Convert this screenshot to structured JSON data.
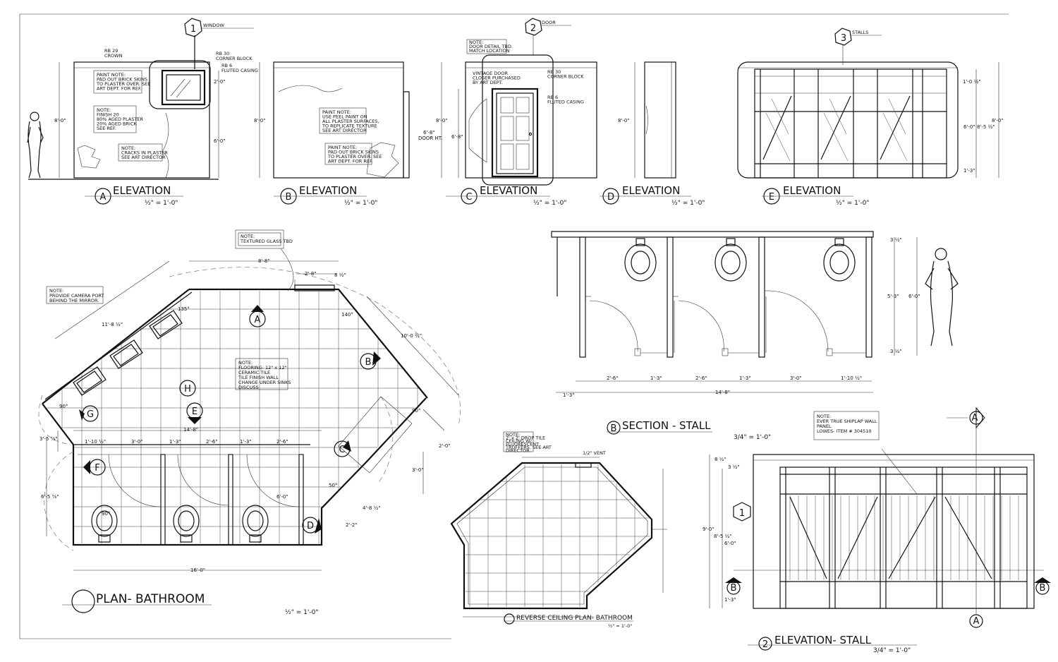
{
  "elevations": [
    {
      "tag": "A",
      "title": "ELEVATION",
      "scale": "½\" = 1'-0\""
    },
    {
      "tag": "B",
      "title": "ELEVATION",
      "scale": "½\" = 1'-0\""
    },
    {
      "tag": "C",
      "title": "ELEVATION",
      "scale": "½\" = 1'-0\""
    },
    {
      "tag": "D",
      "title": "ELEVATION",
      "scale": "½\" = 1'-0\""
    },
    {
      "tag": "E",
      "title": "ELEVATION",
      "scale": "½\" = 1'-0\""
    }
  ],
  "callouts": {
    "window": {
      "num": "1",
      "label": "WINDOW"
    },
    "door": {
      "num": "2",
      "label": "DOOR"
    },
    "stalls": {
      "num": "3",
      "label": "STALLS"
    }
  },
  "notes_a": {
    "rb29": [
      "RB 29",
      "CROWN"
    ],
    "rb30": [
      "RB 30",
      "CORNER BLOCK"
    ],
    "rb6": [
      "RB 6",
      "FLUTED CASING"
    ],
    "paint1": [
      "PAINT NOTE:",
      "PAD OUT BRICK SKINS",
      "TO PLASTER OVER. SEE",
      "ART DEPT. FOR REF."
    ],
    "note_finish": [
      "NOTE:",
      "FINISH 20",
      "80% AGED PLASTER",
      "20% AGED BRICK",
      "SEE REF."
    ],
    "note_cracks": [
      "NOTE:",
      "CRACKS IN PLASTER",
      "SEE ART DIRECTOR"
    ]
  },
  "notes_b": {
    "paint_note": [
      "PAINT NOTE:",
      "USE PEEL PAINT ON",
      "ALL PLASTER SURFACES,",
      "TO REPLICATE TEXTURE",
      "SEE ART DIRECTOR"
    ],
    "paint_note2": [
      "PAINT NOTE:",
      "PAD OUT BRICK SKINS",
      "TO PLASTER OVER. SEE",
      "ART DEPT. FOR REF."
    ]
  },
  "notes_c": {
    "door_note": [
      "NOTE:",
      "DOOR DETAIL TBD.",
      "MATCH LOCATION"
    ],
    "vintage": [
      "VINTAGE DOOR",
      "CLOSER PURCHASED",
      "BY ART DEPT."
    ],
    "rb30": [
      "RB 30",
      "CORNER BLOCK"
    ],
    "rb6": [
      "RB 6",
      "FLUTED CASING"
    ]
  },
  "dims_elev": {
    "a_h": "8'-0\"",
    "a_win": "2'-0\"",
    "a_low": "6'-0\"",
    "b_h": "8'-0\"",
    "c_h": "8'-0\"",
    "c_door": "6'-8\"",
    "c_door_ht": [
      "6'-8\"",
      "DOOR HT."
    ],
    "d_h": "8'-0\"",
    "e_top": "1'-0 ½\"",
    "e_mid": "6'-0\"",
    "e_mid2": "8'-5 ½\"",
    "e_full": "8'-0\"",
    "e_bot": "1'-3\""
  },
  "plan": {
    "title": "PLAN- BATHROOM",
    "scale": "½\" = 1'-0\"",
    "note_textured": [
      "NOTE:",
      "TEXTURED GLASS TBD"
    ],
    "note_camera": [
      "NOTE:",
      "PROVIDE CAMERA PORT",
      "BEHIND THE MIRROR."
    ],
    "note_floor": [
      "NOTE:",
      "FLOORING: 12\" x 12\"",
      "CERAMIC TILE",
      "TILE FINISH WALL",
      "CHANGE UNDER SINKS",
      "DISCUSS"
    ],
    "tags": [
      "A",
      "B",
      "C",
      "D",
      "E",
      "F",
      "G",
      "H"
    ],
    "dims": {
      "top": "8'-8\"",
      "win": "2'-8\"",
      "win_r": "8 ½\"",
      "diag_l": "11'-8 ½\"",
      "diag_r": "10'-0 ¾\"",
      "ang135": "135°",
      "ang140": "140°",
      "ang90a": "90°",
      "ang90b": "90°",
      "ang90c": "90°",
      "ang50": "50°",
      "left_a": "3'-5 ⅝\"",
      "left_b": "6'-5 ⅝\"",
      "width": "14'-8\"",
      "bottom": "16'-0\"",
      "s1": "1'-10 ½\"",
      "s2": "3'-0\"",
      "s3": "1'-3\"",
      "s4": "2'-6\"",
      "s5": "1'-3\"",
      "s6": "2'-6\"",
      "r1": "2'-0\"",
      "r2": "3'-0\"",
      "r3": "4'-8 ½\"",
      "r4": "2'-2\"",
      "h6": "6'-0\""
    }
  },
  "section": {
    "tag": "B",
    "title": "SECTION - STALL",
    "scale": "3/4\" = 1'-0\"",
    "dims": {
      "d1": "2'-6\"",
      "d2": "1'-3\"",
      "d3": "2'-6\"",
      "d4": "1'-3\"",
      "d5": "3'-0\"",
      "d6": "1'-10 ½\"",
      "total": "14'-8\"",
      "left": "1'-3\"",
      "h1": "5'-3\"",
      "h2": "6'-0\"",
      "top": "3 ½\"",
      "bot": "3 ½\""
    }
  },
  "rcp": {
    "title": "REVERSE CEILING PLAN- BATHROOM",
    "scale": "½\" = 1'-0\"",
    "note": [
      "NOTE:",
      "2' x 2' DROP TILE",
      "CEILING W/",
      "FLUORESCENT",
      "TROFFERS. SEE ART",
      "DIRECTOR"
    ],
    "vent": "1/2\" VENT"
  },
  "stall_elev": {
    "tag": "2",
    "title": "ELEVATION- STALL",
    "scale": "3/4\" = 1'-0\"",
    "note": [
      "NOTE:",
      "EVER TRUE SHIPLAP WALL",
      "PANEL",
      "LOWES- ITEM # 304510"
    ],
    "sec_a": "A",
    "sec_b": "B",
    "ref": "1",
    "dims": {
      "top": "8 ½\"",
      "top2": "3 ½\"",
      "full": "9'-0\"",
      "mid": "8'-5 ½\"",
      "mid2": "6'-0\"",
      "bot": "1'-3\""
    }
  }
}
